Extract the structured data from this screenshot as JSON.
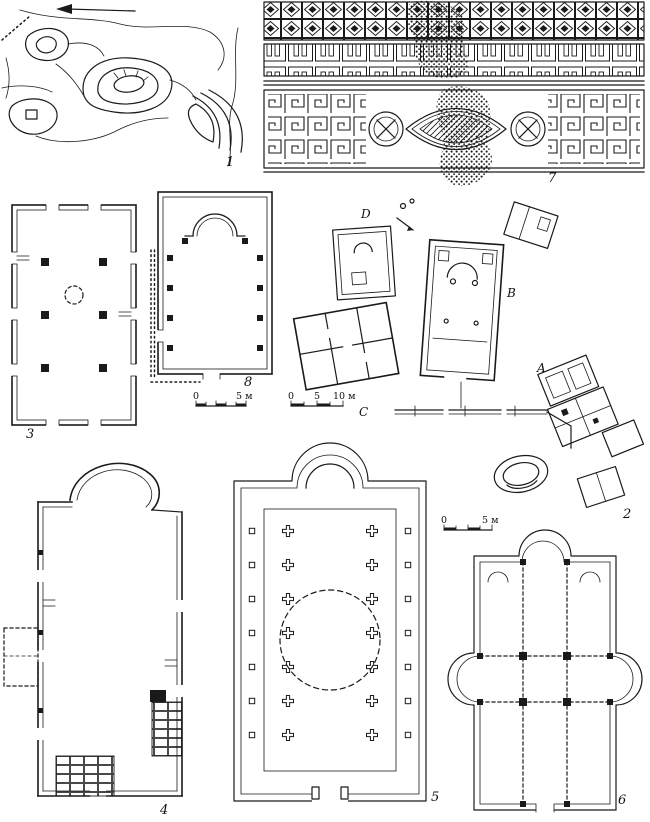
{
  "figure_labels": {
    "plan1": "1",
    "plan2": "2",
    "plan3": "3",
    "plan4": "4",
    "plan5": "5",
    "plan6": "6",
    "plan7": "7",
    "plan8": "8"
  },
  "area_labels": {
    "a": "A",
    "b": "B",
    "c": "C",
    "d": "D"
  },
  "scale_bars": {
    "plan8": {
      "zero": "0",
      "five": "5 м"
    },
    "plan2": {
      "zero": "0",
      "five": "5",
      "ten": "10 м"
    },
    "plan6": {
      "zero": "0",
      "five": "5 м"
    }
  },
  "ink_color": "#1a1a1a",
  "background_color": "#ffffff"
}
